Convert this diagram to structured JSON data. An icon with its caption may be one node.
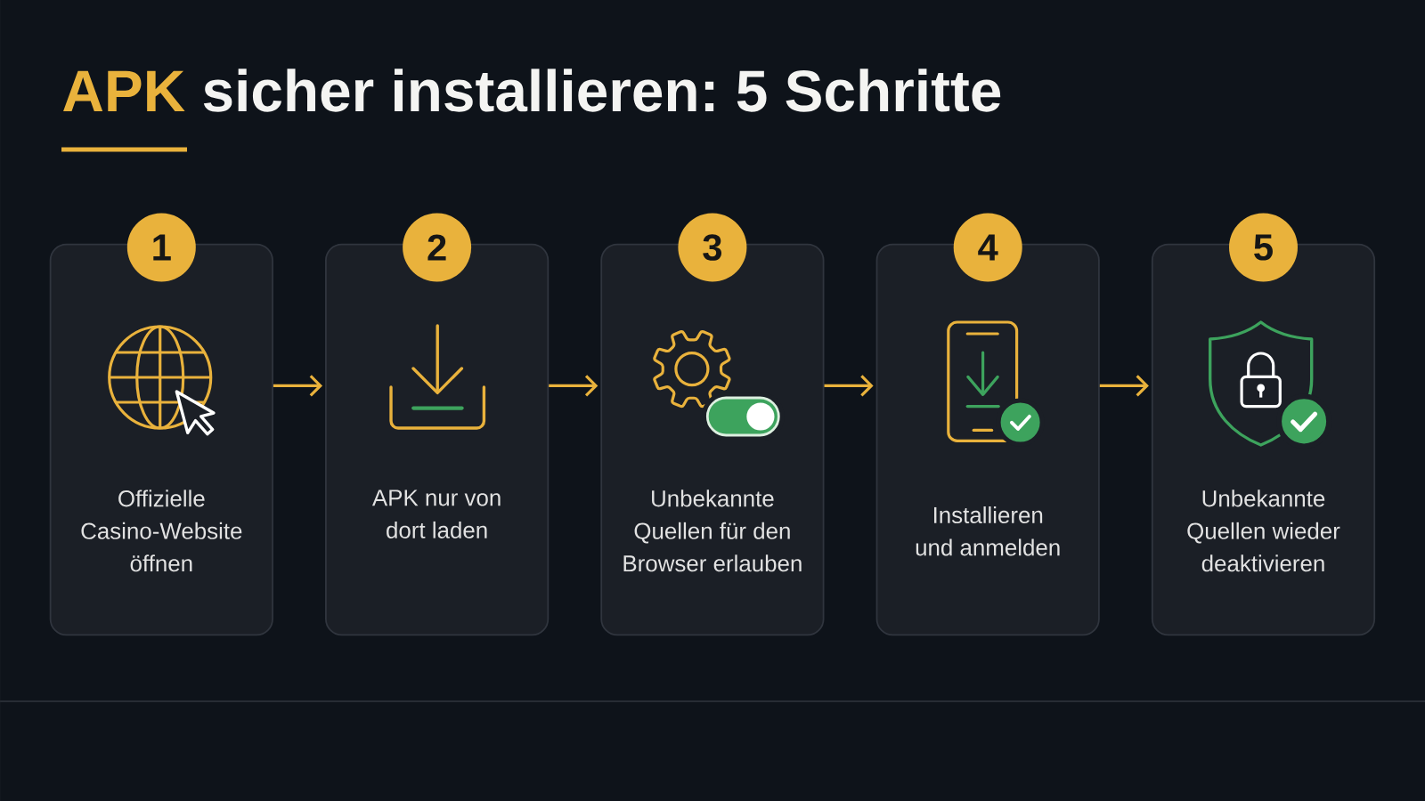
{
  "diagram": {
    "title": "APK sicher installieren: 5 Schritte",
    "nodes": [
      {
        "text": [
          "1"
        ]
      },
      {
        "text": [
          "Offizielle Casino-Website öffnen"
        ]
      },
      {
        "text": [
          "2"
        ]
      },
      {
        "text": [
          "APK nur von dort laden"
        ]
      },
      {
        "text": [
          "3"
        ]
      },
      {
        "text": [
          "Unbekannte Quellen für den Browser erlauben"
        ]
      },
      {
        "text": [
          "4"
        ]
      },
      {
        "text": [
          "Installieren und anmelden"
        ]
      },
      {
        "text": [
          "5"
        ]
      },
      {
        "text": [
          "Unbekannte Quellen wieder deaktivieren"
        ]
      }
    ],
    "edges": [
      {
        "from": 1,
        "to": 3,
        "arrow": "to"
      },
      {
        "from": 3,
        "to": 5,
        "arrow": "to"
      },
      {
        "from": 5,
        "to": 7,
        "arrow": "to"
      },
      {
        "from": 7,
        "to": 9,
        "arrow": "to"
      }
    ]
  }
}
